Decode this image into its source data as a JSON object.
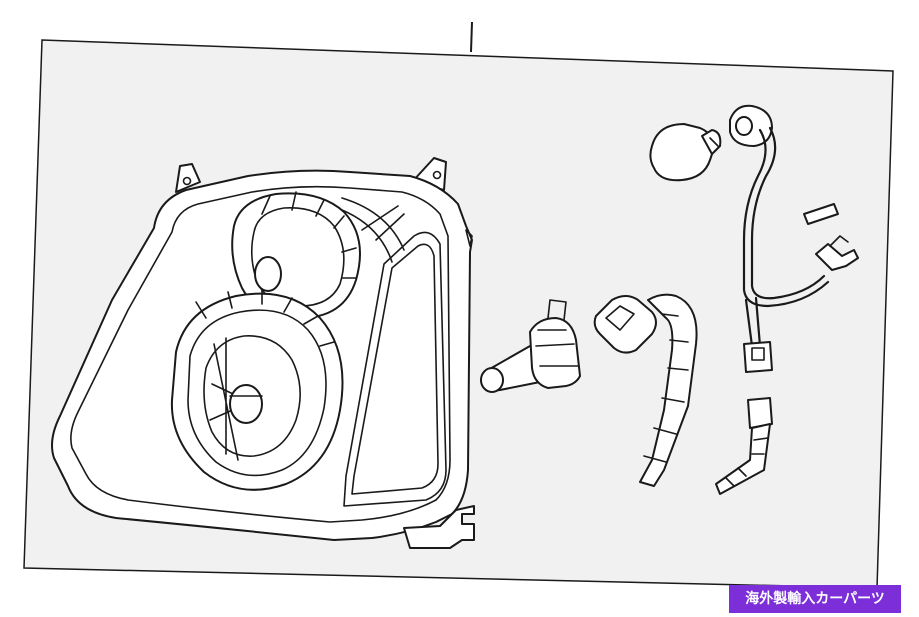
{
  "badge": {
    "text": "海外製輸入カーパーツ",
    "color": "#7c2fd9"
  },
  "colors": {
    "panel": "#f1f1f1",
    "line": "#1a1a1a",
    "background": "#ffffff"
  },
  "parts": [
    "headlamp-assembly",
    "headlamp-bulb",
    "headlamp-socket-harness",
    "side-marker-bulb",
    "side-marker-socket-harness",
    "lamp-adjuster-clip",
    "harness-connector"
  ]
}
